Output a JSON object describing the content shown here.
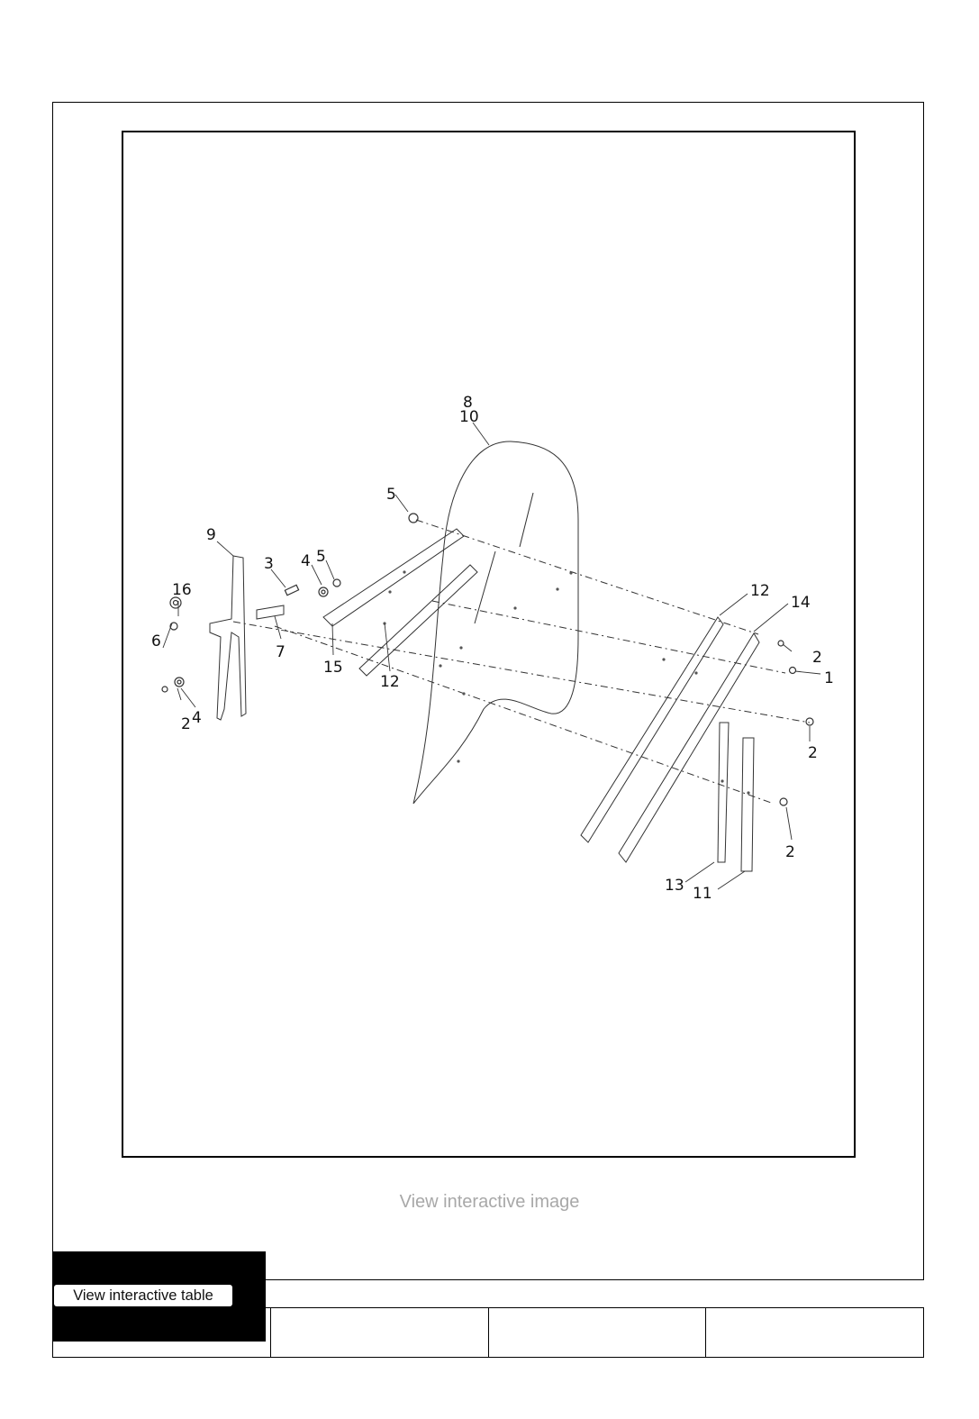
{
  "actions": {
    "view_image": "View interactive image",
    "view_table": "View interactive table"
  },
  "diagram": {
    "callouts": [
      "8",
      "10",
      "5",
      "9",
      "3",
      "4",
      "5",
      "16",
      "6",
      "7",
      "15",
      "12",
      "12",
      "14",
      "2",
      "1",
      "2",
      "2",
      "4",
      "2",
      "13",
      "11"
    ]
  },
  "table": {
    "cells": [
      "",
      "",
      ""
    ]
  }
}
